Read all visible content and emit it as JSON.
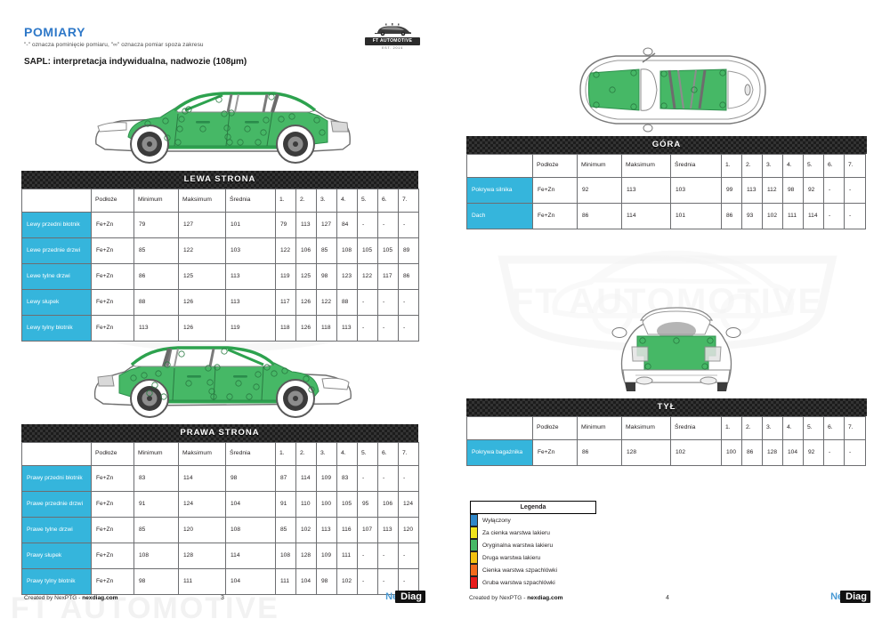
{
  "doc": {
    "title": "POMIARY",
    "note": "\"-\" oznacza pominięcie pomiaru, \"∞\" oznacza pomiar spoza zakresu",
    "subtitle": "SAPL: interpretacja indywidualna, nadwozie (108µm)",
    "watermark": "FT AUTOMOTIVE",
    "brand_logo": "ft-automotive-logo",
    "brand_logo_text": "FT AUTOMOTIVE",
    "brand_logo_est": "EST. 2014"
  },
  "colors": {
    "accent_blue": "#2e78c8",
    "row_label_cyan": "#35b5dc",
    "header_dark": "#1c1c1c",
    "panel_green": "#46b866"
  },
  "columns": [
    "",
    "Podłoże",
    "Minimum",
    "Maksimum",
    "Średnia",
    "1.",
    "2.",
    "3.",
    "4.",
    "5.",
    "6.",
    "7."
  ],
  "tables": [
    {
      "id": "lewa-strona",
      "title": "LEWA STRONA",
      "rows": [
        {
          "label": "Lewy przedni błotnik",
          "cells": [
            "Fe+Zn",
            "79",
            "127",
            "101",
            "79",
            "113",
            "127",
            "84",
            "-",
            "-",
            "-"
          ]
        },
        {
          "label": "Lewe przednie drzwi",
          "cells": [
            "Fe+Zn",
            "85",
            "122",
            "103",
            "122",
            "106",
            "85",
            "108",
            "105",
            "105",
            "89"
          ]
        },
        {
          "label": "Lewe tylne drzwi",
          "cells": [
            "Fe+Zn",
            "86",
            "125",
            "113",
            "119",
            "125",
            "98",
            "123",
            "122",
            "117",
            "86"
          ]
        },
        {
          "label": "Lewy słupek",
          "cells": [
            "Fe+Zn",
            "88",
            "126",
            "113",
            "117",
            "126",
            "122",
            "88",
            "-",
            "-",
            "-"
          ]
        },
        {
          "label": "Lewy tylny błotnik",
          "cells": [
            "Fe+Zn",
            "113",
            "126",
            "119",
            "118",
            "126",
            "118",
            "113",
            "-",
            "-",
            "-"
          ]
        }
      ]
    },
    {
      "id": "prawa-strona",
      "title": "PRAWA STRONA",
      "rows": [
        {
          "label": "Prawy przedni błotnik",
          "cells": [
            "Fe+Zn",
            "83",
            "114",
            "98",
            "87",
            "114",
            "109",
            "83",
            "-",
            "-",
            "-"
          ]
        },
        {
          "label": "Prawe przednie drzwi",
          "cells": [
            "Fe+Zn",
            "91",
            "124",
            "104",
            "91",
            "110",
            "100",
            "105",
            "95",
            "106",
            "124"
          ]
        },
        {
          "label": "Prawe tylne drzwi",
          "cells": [
            "Fe+Zn",
            "85",
            "120",
            "108",
            "85",
            "102",
            "113",
            "116",
            "107",
            "113",
            "120"
          ]
        },
        {
          "label": "Prawy słupek",
          "cells": [
            "Fe+Zn",
            "108",
            "128",
            "114",
            "108",
            "128",
            "109",
            "111",
            "-",
            "-",
            "-"
          ]
        },
        {
          "label": "Prawy tylny błotnik",
          "cells": [
            "Fe+Zn",
            "98",
            "111",
            "104",
            "111",
            "104",
            "98",
            "102",
            "-",
            "-",
            "-"
          ]
        }
      ]
    },
    {
      "id": "gora",
      "title": "GÓRA",
      "rows": [
        {
          "label": "Pokrywa silnika",
          "cells": [
            "Fe+Zn",
            "92",
            "113",
            "103",
            "99",
            "113",
            "112",
            "98",
            "92",
            "-",
            "-"
          ]
        },
        {
          "label": "Dach",
          "cells": [
            "Fe+Zn",
            "86",
            "114",
            "101",
            "86",
            "93",
            "102",
            "111",
            "114",
            "-",
            "-"
          ]
        }
      ]
    },
    {
      "id": "tyl",
      "title": "TYŁ",
      "rows": [
        {
          "label": "Pokrywa bagażnika",
          "cells": [
            "Fe+Zn",
            "86",
            "128",
            "102",
            "100",
            "86",
            "128",
            "104",
            "92",
            "-",
            "-"
          ]
        }
      ]
    }
  ],
  "legend": {
    "title": "Legenda",
    "items": [
      {
        "label": "Wyłączony",
        "color": "#2e86c8"
      },
      {
        "label": "Za cienka warstwa lakieru",
        "color": "#f2e41c"
      },
      {
        "label": "Oryginalna warstwa lakieru",
        "color": "#46b866"
      },
      {
        "label": "Druga warstwa lakieru",
        "color": "#f2c00f"
      },
      {
        "label": "Cienka warstwa szpachlówki",
        "color": "#f26b1c"
      },
      {
        "label": "Gruba warstwa szpachlówki",
        "color": "#e81b1b"
      }
    ]
  },
  "figures": [
    {
      "id": "car-side-left",
      "name": "car-left-side-view"
    },
    {
      "id": "car-side-right",
      "name": "car-right-side-view"
    },
    {
      "id": "car-top",
      "name": "car-top-view"
    },
    {
      "id": "car-rear",
      "name": "car-rear-view"
    }
  ],
  "footer": {
    "left": {
      "created_by": "Created by NexPTG - ",
      "site": "nexdiag.com",
      "page": "3"
    },
    "right": {
      "created_by": "Created by NexPTG - ",
      "site": "nexdiag.com",
      "page": "4"
    },
    "logo_ne": "Ne",
    "logo_diag": "Diag"
  }
}
